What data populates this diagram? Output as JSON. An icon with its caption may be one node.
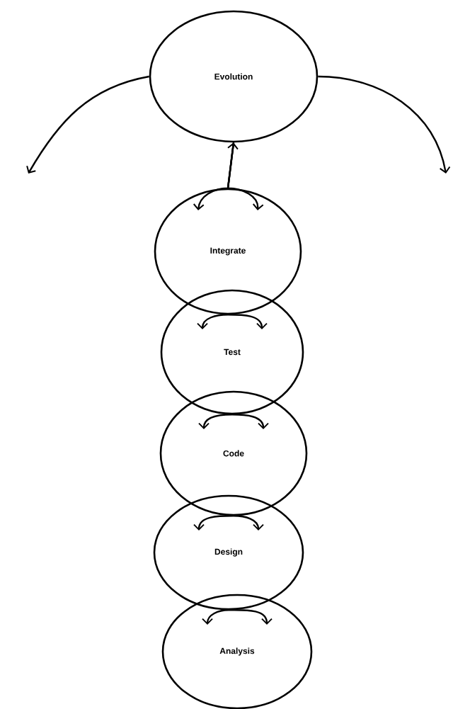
{
  "diagram": {
    "nodes": [
      {
        "text": [
          "Evolution"
        ]
      },
      {
        "text": [
          "Integrate"
        ]
      },
      {
        "text": [
          "Test"
        ]
      },
      {
        "text": [
          "Code"
        ]
      },
      {
        "text": [
          "Design"
        ]
      },
      {
        "text": [
          "Analysis"
        ]
      }
    ],
    "edges": [
      {
        "from": 0,
        "to": null,
        "arrow": "to"
      },
      {
        "from": 0,
        "to": null,
        "arrow": "to"
      },
      {
        "from": 1,
        "to": 0,
        "arrow": "to"
      },
      {
        "from": 0,
        "to": 1,
        "arrow": "to"
      },
      {
        "from": 0,
        "to": 1,
        "arrow": "to"
      },
      {
        "from": 1,
        "to": 2,
        "arrow": "to"
      },
      {
        "from": 1,
        "to": 2,
        "arrow": "to"
      },
      {
        "from": 2,
        "to": 3,
        "arrow": "to"
      },
      {
        "from": 2,
        "to": 3,
        "arrow": "to"
      },
      {
        "from": 3,
        "to": 4,
        "arrow": "to"
      },
      {
        "from": 3,
        "to": 4,
        "arrow": "to"
      },
      {
        "from": 4,
        "to": 5,
        "arrow": "to"
      },
      {
        "from": 4,
        "to": 5,
        "arrow": "to"
      }
    ]
  }
}
